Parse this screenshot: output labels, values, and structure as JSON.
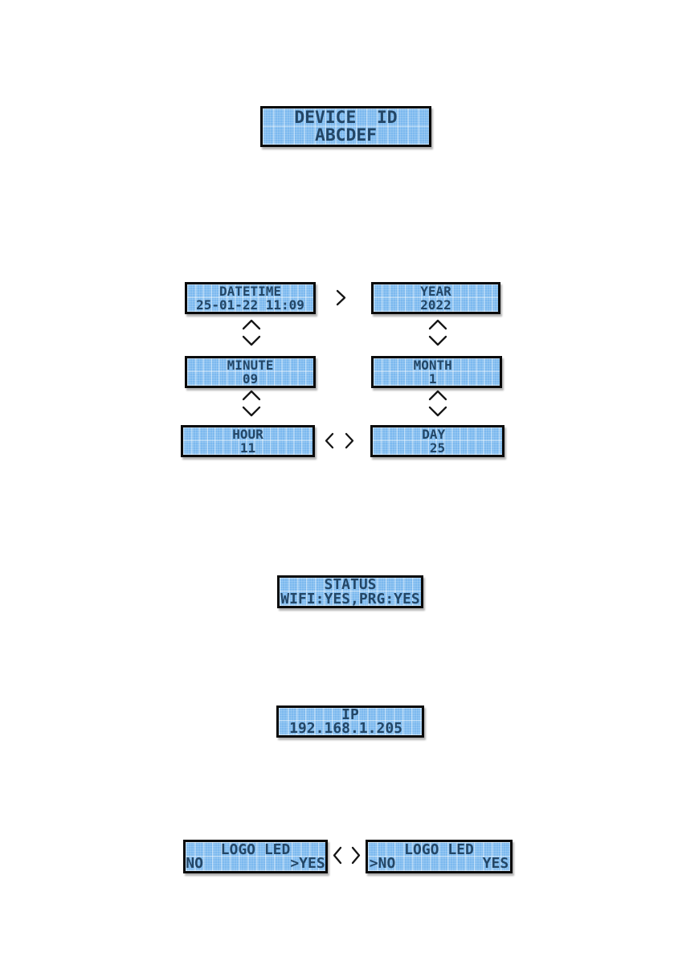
{
  "canvas": {
    "background": "#ffffff"
  },
  "lcd_style": {
    "screen_color": "#7cb9ef",
    "text_color": "#234666",
    "border_color": "#0a0a0a"
  },
  "displays": {
    "device_id": {
      "title": "DEVICE ID",
      "line1": "   DEVICE  ID   ",
      "line2": "     ABCDEF     "
    },
    "datetime": {
      "title": "DATETIME",
      "line1": "    DATETIME    ",
      "line2": " 25-01-22 11:09 "
    },
    "year": {
      "title": "YEAR",
      "line1": "      YEAR      ",
      "line2": "      2022      "
    },
    "minute": {
      "title": "MINUTE",
      "line1": "     MINUTE     ",
      "line2": "       09       "
    },
    "month": {
      "title": "MONTH",
      "line1": "     MONTH      ",
      "line2": "       1        "
    },
    "hour": {
      "title": "HOUR",
      "line1": "      HOUR      ",
      "line2": "       11       "
    },
    "day": {
      "title": "DAY",
      "line1": "      DAY       ",
      "line2": "       25       "
    },
    "status": {
      "title": "STATUS",
      "line1": "     STATUS     ",
      "line2": "WIFI:YES,PRG:YES"
    },
    "ip": {
      "title": "IP",
      "line1": "       IP       ",
      "line2": " 192.168.1.205  "
    },
    "logo_led_yes_marked": {
      "title": "LOGO LED",
      "line1": "    LOGO LED    ",
      "line2": "NO          >YES"
    },
    "logo_led_no_marked": {
      "title": "LOGO LED",
      "line1": "    LOGO LED    ",
      "line2": ">NO          YES"
    }
  },
  "icons": {
    "chevron_right": "right-chevron",
    "chevron_left": "left-chevron",
    "chevron_up": "up-chevron",
    "chevron_down": "down-chevron"
  }
}
